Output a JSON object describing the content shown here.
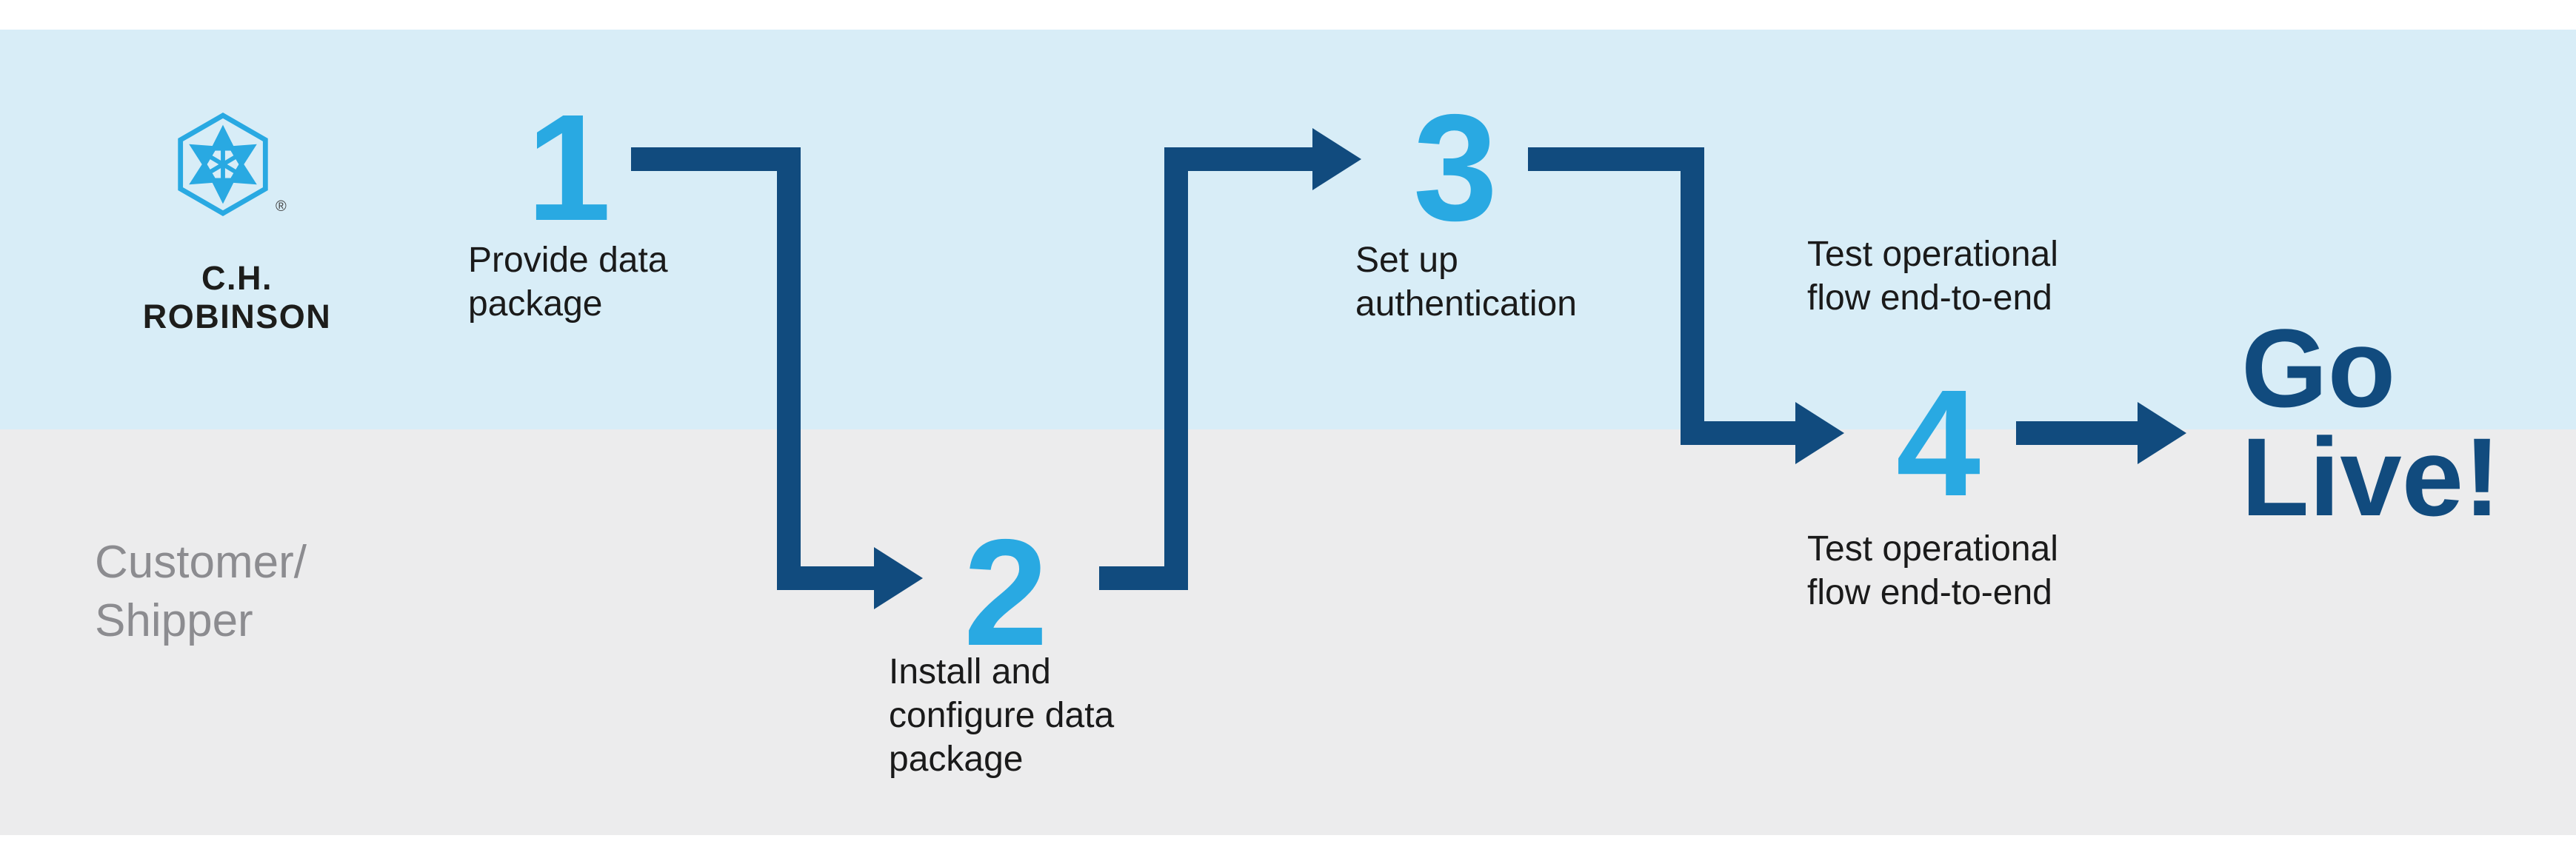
{
  "brand": {
    "name": "C.H. ROBINSON",
    "registered_mark": "®",
    "logo_icon": "hexagon-arrows-icon"
  },
  "lanes": {
    "top": {
      "owner": "C.H. Robinson (logo)"
    },
    "bottom": {
      "label": "Customer/\nShipper"
    }
  },
  "steps": [
    {
      "number": "1",
      "label": "Provide data\npackage"
    },
    {
      "number": "2",
      "label": "Install and\nconfigure data\npackage"
    },
    {
      "number": "3",
      "label": "Set up\nauthentication"
    },
    {
      "number": "4",
      "label_top": "Test operational\nflow end-to-end",
      "label_bottom": "Test operational\nflow end-to-end"
    }
  ],
  "goal": {
    "label": "Go\nLive!"
  },
  "colors": {
    "accent": "#29A9E2",
    "navy": "#114B7E",
    "text": "#1A1A1A",
    "muted": "#8C8C90",
    "lane_top": "#D8EDF7",
    "lane_bottom": "#ECECED",
    "background": "#FFFFFF"
  }
}
